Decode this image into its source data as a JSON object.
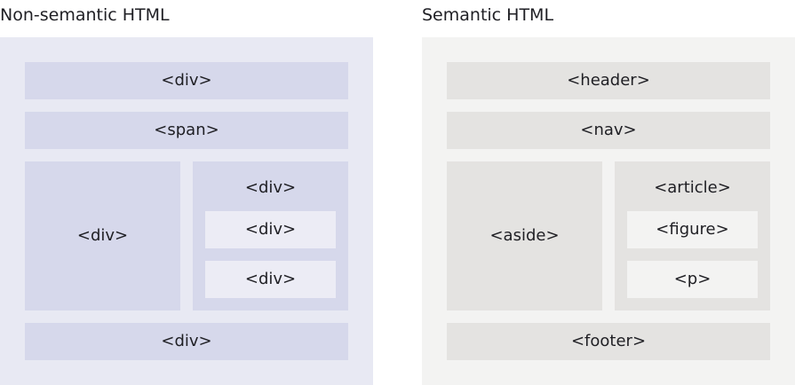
{
  "non_semantic": {
    "title": "Non-semantic HTML",
    "top_block": "<div>",
    "second_block": "<span>",
    "side_block": "<div>",
    "content_block": "<div>",
    "inner_block_1": "<div>",
    "inner_block_2": "<div>",
    "bottom_block": "<div>"
  },
  "semantic": {
    "title": "Semantic HTML",
    "top_block": "<header>",
    "second_block": "<nav>",
    "side_block": "<aside>",
    "content_block": "<article>",
    "inner_block_1": "<figure>",
    "inner_block_2": "<p>",
    "bottom_block": "<footer>"
  },
  "colors": {
    "non_semantic_background": "#e8e9f3",
    "non_semantic_blocks": "#d6d8eb",
    "semantic_background": "#f3f3f2",
    "semantic_blocks": "#e4e3e1"
  }
}
